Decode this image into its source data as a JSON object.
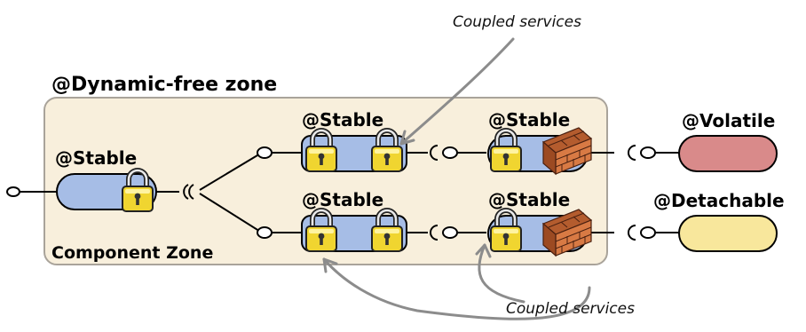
{
  "zone_title": "@Dynamic-free zone",
  "zone_footer": "Component Zone",
  "stereotypes": {
    "left": "@Stable",
    "mid_top": "@Stable",
    "mid_bottom": "@Stable",
    "right_top": "@Stable",
    "right_bottom": "@Stable",
    "volatile": "@Volatile",
    "detachable": "@Detachable"
  },
  "annotations": {
    "top": "Coupled services",
    "bottom": "Coupled services"
  },
  "colors": {
    "component_blue": "#a6bde6",
    "volatile_red": "#d98a8a",
    "detachable_yellow": "#f8e79c",
    "zone_fill": "#f8efdc",
    "zone_border": "#a9a39a",
    "lock_gold": "#f0d530",
    "brick": "#c86b3a"
  },
  "icons": [
    "lock-icon",
    "brick-wall-icon",
    "provided-interface-icon",
    "required-interface-icon"
  ]
}
